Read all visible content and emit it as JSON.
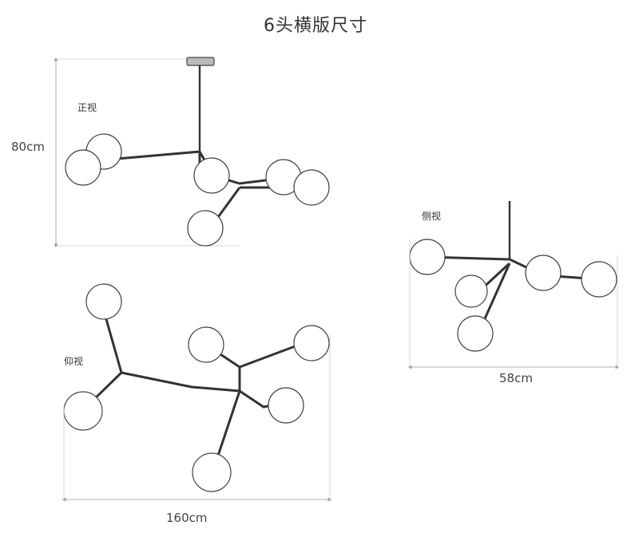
{
  "title": "6头横版尺寸",
  "views": {
    "front": {
      "label": "正视"
    },
    "side": {
      "label": "侧视"
    },
    "bottom": {
      "label": "仰视"
    }
  },
  "dimensions": {
    "height": "80cm",
    "width": "160cm",
    "depth": "58cm"
  },
  "colors": {
    "line": "#333333",
    "dim_line": "#bbbbbb",
    "globe_fill": "#ffffff",
    "globe_stroke": "#555555"
  }
}
